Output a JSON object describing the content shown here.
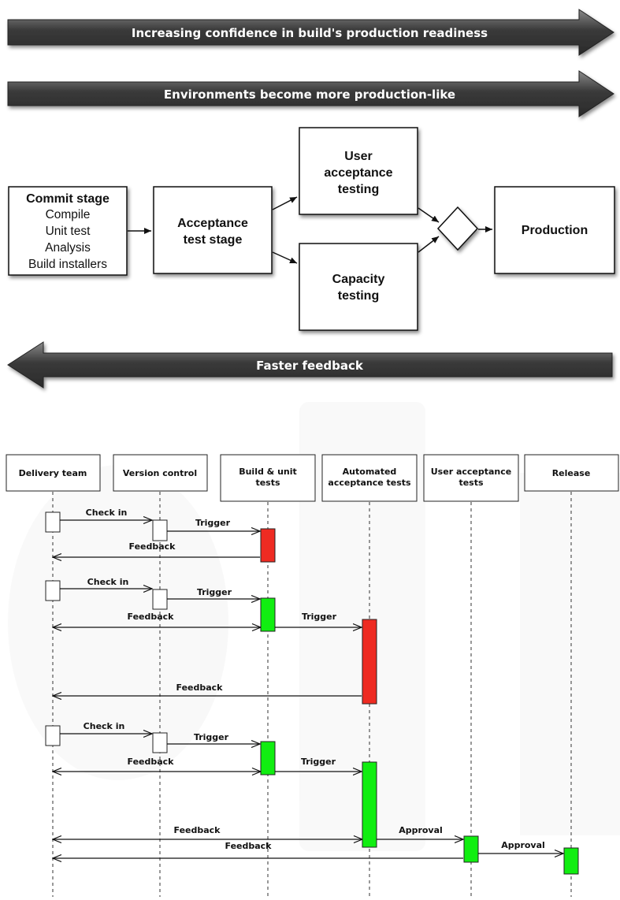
{
  "banners": {
    "confidence": "Increasing confidence in build's production readiness",
    "environments": "Environments become more production-like",
    "feedback": "Faster feedback"
  },
  "pipeline": {
    "commit": {
      "title": "Commit stage",
      "lines": [
        "Compile",
        "Unit test",
        "Analysis",
        "Build installers"
      ]
    },
    "acceptance": [
      "Acceptance",
      "test stage"
    ],
    "uat": [
      "User",
      "acceptance",
      "testing"
    ],
    "capacity": [
      "Capacity",
      "testing"
    ],
    "production": "Production"
  },
  "sequence": {
    "lanes": [
      {
        "id": "delivery",
        "lines": [
          "Delivery team"
        ]
      },
      {
        "id": "vcs",
        "lines": [
          "Version control"
        ]
      },
      {
        "id": "build",
        "lines": [
          "Build & unit",
          "tests"
        ]
      },
      {
        "id": "auto",
        "lines": [
          "Automated",
          "acceptance tests"
        ]
      },
      {
        "id": "uat",
        "lines": [
          "User acceptance",
          "tests"
        ]
      },
      {
        "id": "release",
        "lines": [
          "Release"
        ]
      }
    ],
    "messages": {
      "check_in": "Check in",
      "trigger": "Trigger",
      "feedback": "Feedback",
      "approval": "Approval"
    },
    "status_colors": {
      "fail": "#ee2b22",
      "pass": "#11ee11",
      "neutral": "#ffffff"
    }
  },
  "colors": {
    "arrow_fill": "#4a4a4a",
    "arrow_text": "#ffffff"
  }
}
